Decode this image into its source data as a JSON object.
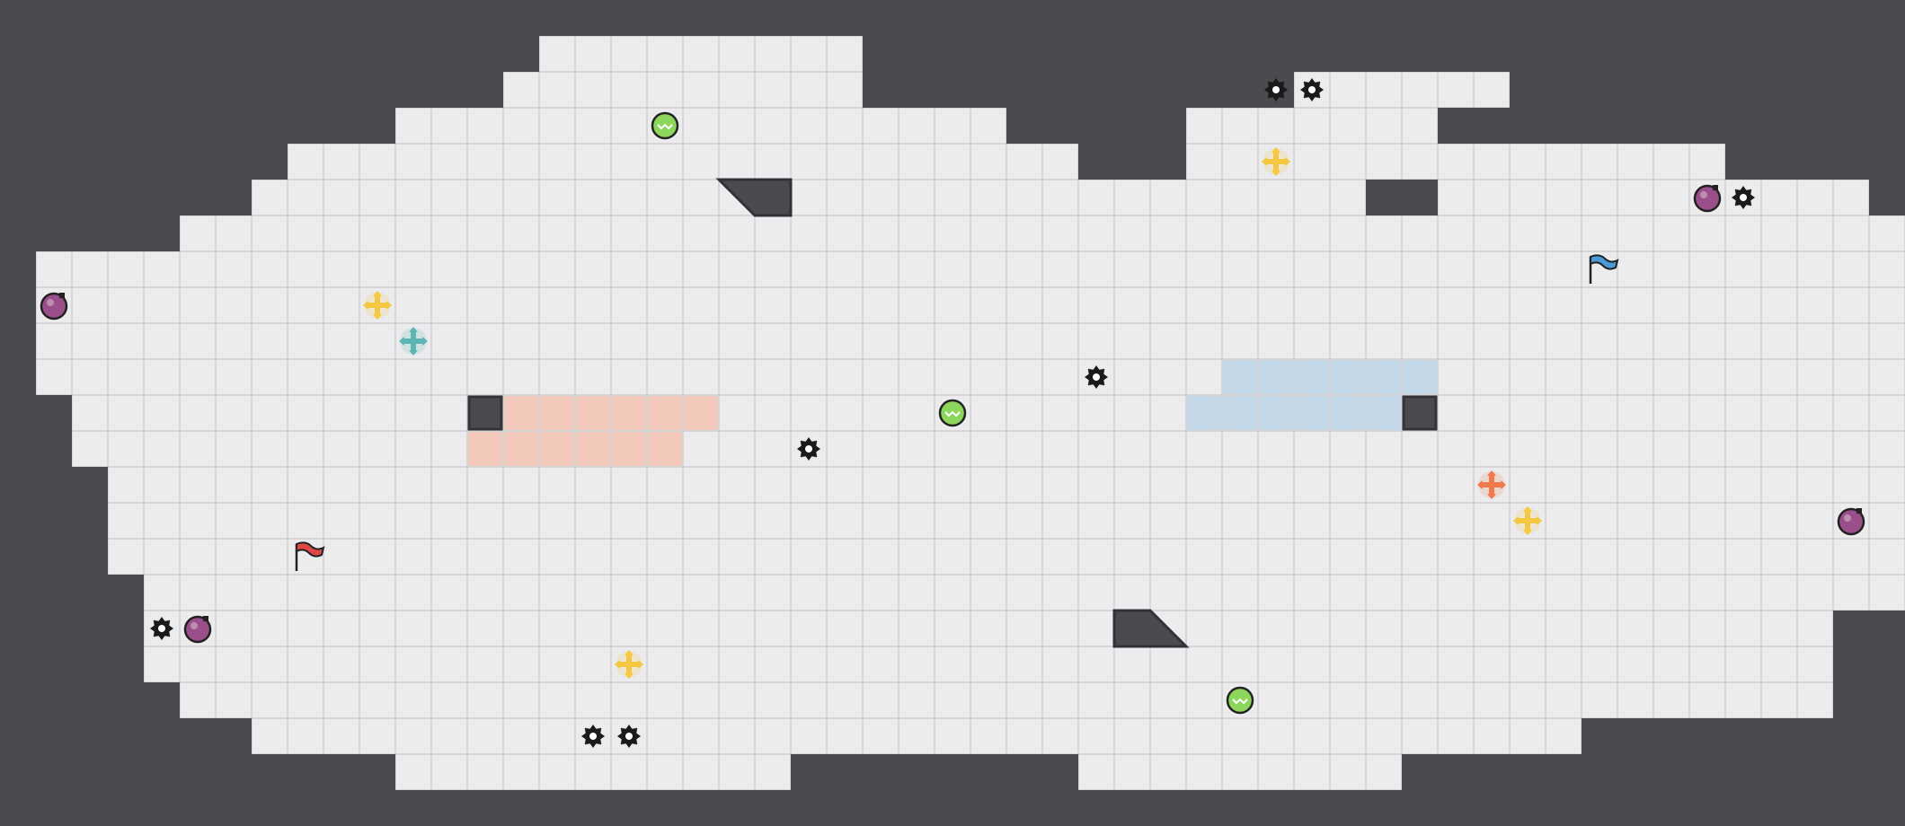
{
  "map": {
    "cols": 53,
    "rows": 23,
    "rowsData": [
      "#####################################################",
      "###############.........############################",
      "##############..........############......###########",
      "###########.................#####.......############",
      "########......................###...............#####",
      "#######...............................##............#",
      "#####................................................",
      "#....................................................",
      "#....................................................",
      "#....................................................",
      "#....................................................",
      "##...................................................",
      "##...................................................",
      "###..................................................",
      "###..................................................",
      "###..................................................",
      "####.................................................",
      "####...............................................##",
      "####...............................................##",
      "#####..............................................##",
      "#######.....................................#########",
      "###########...........########.........#############",
      "#####################################################"
    ],
    "blocks": [
      [
        13,
        11
      ],
      [
        39,
        11
      ]
    ],
    "ramps": [
      [
        20,
        5,
        "tl"
      ],
      [
        31,
        17,
        "bl"
      ]
    ],
    "zones": [
      {
        "team": "red",
        "cells": [
          [
            14,
            11
          ],
          [
            15,
            11
          ],
          [
            16,
            11
          ],
          [
            17,
            11
          ],
          [
            18,
            11
          ],
          [
            19,
            11
          ],
          [
            13,
            12
          ],
          [
            14,
            12
          ],
          [
            15,
            12
          ],
          [
            16,
            12
          ],
          [
            17,
            12
          ],
          [
            18,
            12
          ]
        ]
      },
      {
        "team": "blue",
        "cells": [
          [
            34,
            10
          ],
          [
            35,
            10
          ],
          [
            36,
            10
          ],
          [
            37,
            10
          ],
          [
            38,
            10
          ],
          [
            39,
            10
          ],
          [
            33,
            11
          ],
          [
            34,
            11
          ],
          [
            35,
            11
          ],
          [
            36,
            11
          ],
          [
            37,
            11
          ],
          [
            38,
            11
          ]
        ]
      }
    ],
    "pickups": [
      {
        "type": "green-orb",
        "col": 18,
        "row": 3
      },
      {
        "type": "green-orb",
        "col": 26,
        "row": 11
      },
      {
        "type": "green-orb",
        "col": 34,
        "row": 19
      },
      {
        "type": "yellow-cross",
        "col": 35,
        "row": 4
      },
      {
        "type": "yellow-cross",
        "col": 10,
        "row": 8
      },
      {
        "type": "yellow-cross",
        "col": 42,
        "row": 14
      },
      {
        "type": "yellow-cross",
        "col": 17,
        "row": 18
      },
      {
        "type": "teal-cross",
        "col": 11,
        "row": 9
      },
      {
        "type": "orange-cross",
        "col": 41,
        "row": 13
      },
      {
        "type": "purple-bomb",
        "col": 1,
        "row": 8
      },
      {
        "type": "purple-bomb",
        "col": 47,
        "row": 5
      },
      {
        "type": "purple-bomb",
        "col": 51,
        "row": 14
      },
      {
        "type": "purple-bomb",
        "col": 5,
        "row": 17
      },
      {
        "type": "spike-mine",
        "col": 35,
        "row": 2
      },
      {
        "type": "spike-mine",
        "col": 36,
        "row": 2
      },
      {
        "type": "spike-mine",
        "col": 48,
        "row": 5
      },
      {
        "type": "spike-mine",
        "col": 30,
        "row": 10
      },
      {
        "type": "spike-mine",
        "col": 22,
        "row": 12
      },
      {
        "type": "spike-mine",
        "col": 4,
        "row": 17
      },
      {
        "type": "spike-mine",
        "col": 16,
        "row": 20
      },
      {
        "type": "spike-mine",
        "col": 17,
        "row": 20
      },
      {
        "type": "red-flag",
        "col": 8,
        "row": 15
      },
      {
        "type": "blue-flag",
        "col": 44,
        "row": 7
      }
    ]
  },
  "colors": {
    "background": "#000000",
    "wall": "#4b4a4f",
    "wallEdge": "#333236",
    "floor": "#ececee",
    "grid": "#d6d6d9",
    "redZone": "#f2c8bb",
    "blueZone": "#c4d8e8",
    "greenOrb": "#8dd65c",
    "yellowCross": "#f5c842",
    "tealCross": "#5bb5b0",
    "orangeCross": "#f07a4a",
    "bomb": "#9b4f8a",
    "mine": "#1a1a1a",
    "redFlag": "#e04848",
    "blueFlag": "#4a9ad8"
  }
}
